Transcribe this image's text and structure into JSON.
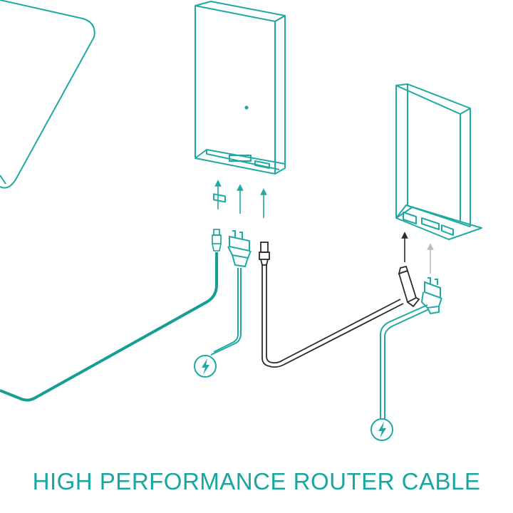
{
  "title": "HIGH PERFORMANCE ROUTER CABLE",
  "colors": {
    "teal": "#1fa9a3",
    "teal_dark": "#159e95",
    "black": "#2b2b2b",
    "grey": "#bdbdbd",
    "background": "#ffffff"
  },
  "icons": {
    "power_left": "lightning-bolt",
    "power_right": "lightning-bolt"
  }
}
